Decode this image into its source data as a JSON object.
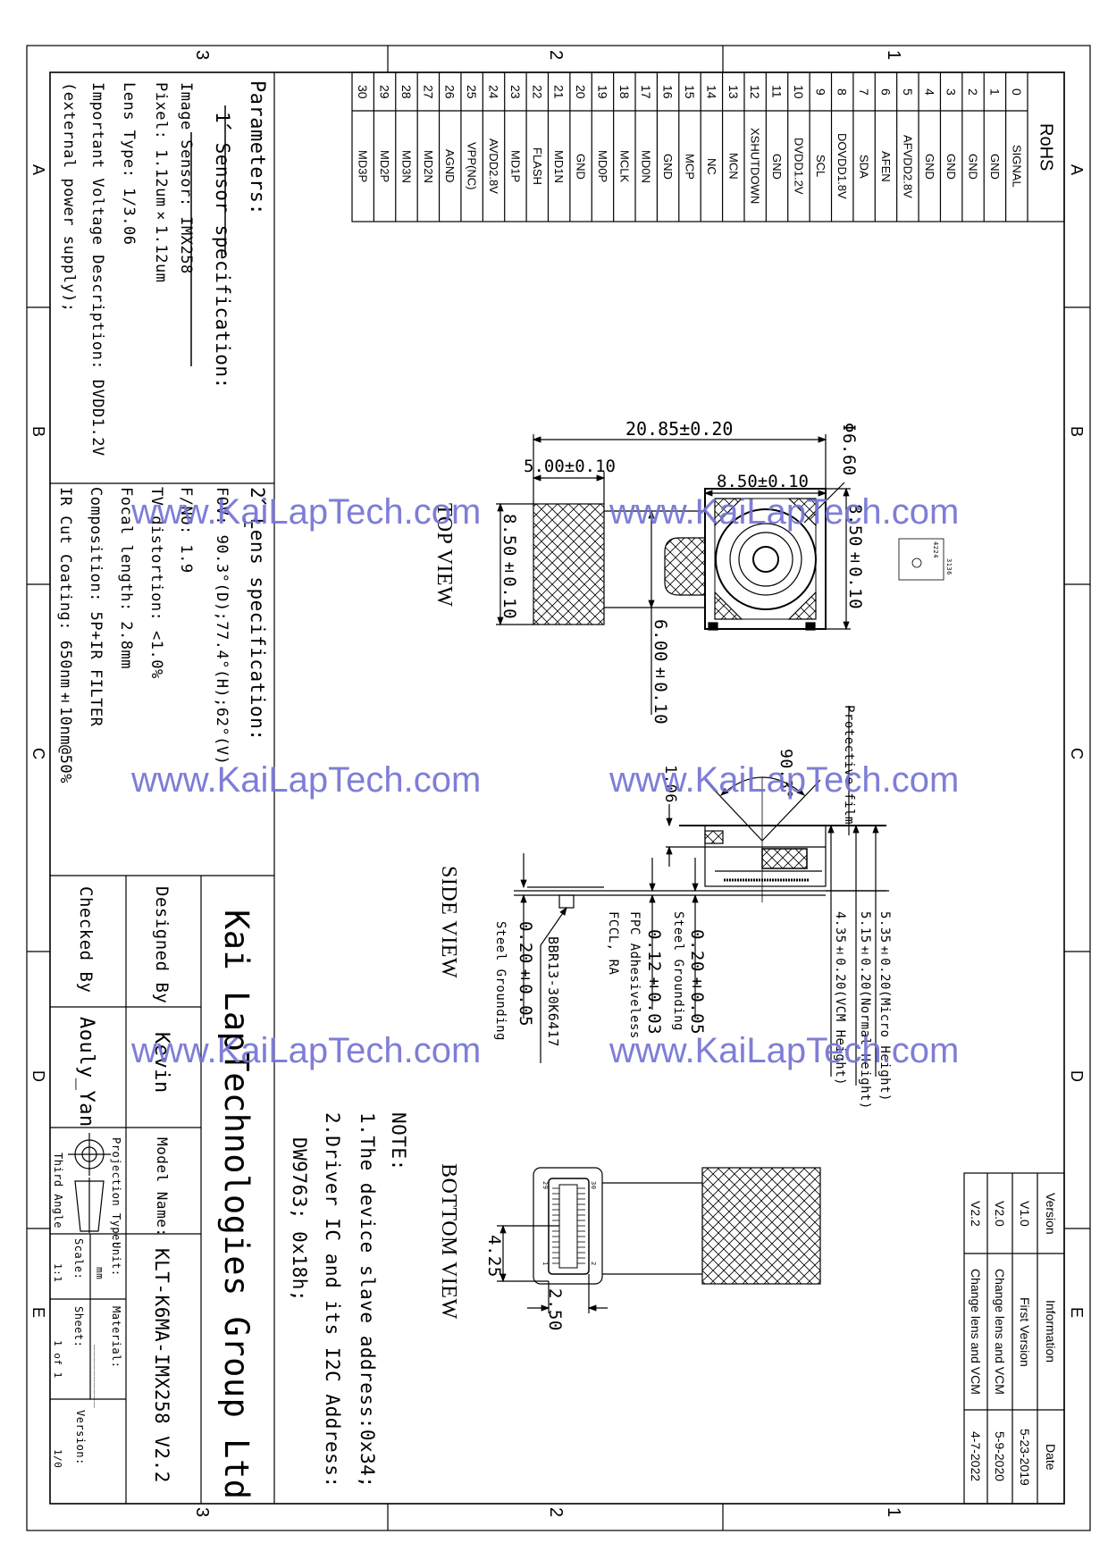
{
  "colors": {
    "line": "#000000",
    "watermark": "#7474d4"
  },
  "zones": {
    "columns": [
      "1",
      "2",
      "3"
    ],
    "rows": [
      "A",
      "B",
      "C",
      "D",
      "E"
    ]
  },
  "pin_table": {
    "rohs": "RoHS",
    "pins": [
      {
        "pin": "0",
        "signal": "SIGNAL"
      },
      {
        "pin": "1",
        "signal": "GND"
      },
      {
        "pin": "2",
        "signal": "GND"
      },
      {
        "pin": "3",
        "signal": "GND"
      },
      {
        "pin": "4",
        "signal": "GND"
      },
      {
        "pin": "5",
        "signal": "AFVDD2.8V"
      },
      {
        "pin": "6",
        "signal": "AFEN"
      },
      {
        "pin": "7",
        "signal": "SDA"
      },
      {
        "pin": "8",
        "signal": "DOVDD1.8V"
      },
      {
        "pin": "9",
        "signal": "SCL"
      },
      {
        "pin": "10",
        "signal": "DVDD1.2V"
      },
      {
        "pin": "11",
        "signal": "GND"
      },
      {
        "pin": "12",
        "signal": "XSHUTDOWN"
      },
      {
        "pin": "13",
        "signal": "MCN"
      },
      {
        "pin": "14",
        "signal": "NC"
      },
      {
        "pin": "15",
        "signal": "MCP"
      },
      {
        "pin": "16",
        "signal": "GND"
      },
      {
        "pin": "17",
        "signal": "MD0N"
      },
      {
        "pin": "18",
        "signal": "MCLK"
      },
      {
        "pin": "19",
        "signal": "MD0P"
      },
      {
        "pin": "20",
        "signal": "GND"
      },
      {
        "pin": "21",
        "signal": "MD1N"
      },
      {
        "pin": "22",
        "signal": "FLASH"
      },
      {
        "pin": "23",
        "signal": "MD1P"
      },
      {
        "pin": "24",
        "signal": "AVDD2.8V"
      },
      {
        "pin": "25",
        "signal": "VPP(NC)"
      },
      {
        "pin": "26",
        "signal": "AGND"
      },
      {
        "pin": "27",
        "signal": "MD2N"
      },
      {
        "pin": "28",
        "signal": "MD3N"
      },
      {
        "pin": "29",
        "signal": "MD2P"
      },
      {
        "pin": "30",
        "signal": "MD3P"
      }
    ]
  },
  "parameters": {
    "title": "Parameters:",
    "sensor": {
      "heading": "1、Sensor specification:",
      "lines": [
        "Image Sensor: IMX258",
        "Pixel: 1.12um×1.12um",
        "Lens Type: 1/3.06",
        "Important Voltage Description: DVDD1.2V",
        "(external power supply);"
      ]
    },
    "lens": {
      "heading": "2、Lens specification:",
      "lines": [
        "FOV: 90.3°(D);77.4°(H);62°(V)",
        "F/NO: 1.9",
        "TV distortion: <1.0%",
        "Focal length: 2.8mm",
        "Composition: 5P+IR FILTER",
        "IR Cut Coating: 650nm±10nm@50%"
      ]
    }
  },
  "title_block": {
    "company": "Kai LapTechnologies Group Ltd",
    "designed_by_label": "Designed By",
    "designed_by": "Kevin",
    "checked_by_label": "Checked By",
    "checked_by": "Aouly_Yan",
    "model_name_label": "Model Name:",
    "model_name": "KLT-K6MA-IMX258 V2.2",
    "projection_label": "Projection Type:",
    "projection": "Third Angle",
    "unit_label": "Unit:",
    "unit": "mm",
    "material_label": "Material:",
    "material": "__________",
    "scale_label": "Scale:",
    "scale": "1:1",
    "sheet_label": "Sheet:",
    "sheet": "1 of 1",
    "version_label": "Version:",
    "version": "1/0"
  },
  "top_view": {
    "title": "TOP VIEW",
    "dims": {
      "overall_length": "20.85±0.20",
      "stiffener_length": "5.00±0.10",
      "module_width": "8.50±0.10",
      "lens_diameter": "Φ6.60",
      "module_height": "8.50±0.10",
      "stiffener_height": "8.50±0.10",
      "fpc_width": "6.00±0.10"
    },
    "label_codes": [
      "4224",
      "3136"
    ]
  },
  "side_view": {
    "title": "SIDE VIEW",
    "fov": "90.3°",
    "lens_protrusion": "1.06",
    "protective_film": "Protective film",
    "heights": [
      "5.35±0.20(Micro Height)",
      "5.15±0.20(Normal Height)",
      "4.35±0.20(VCM Height)"
    ],
    "steel_top": "0.20±0.05",
    "steel_top_label": "Steel Grounding",
    "fpc_thickness": "0.12±0.03",
    "fpc_label": "FPC Adhesiveless",
    "fpc_material": "FCCL, RA",
    "connector": "BBR13-30K6417",
    "steel_bottom": "0.20±0.05",
    "steel_bottom_label": "Steel Grounding"
  },
  "bottom_view": {
    "title": "BOTTOM VIEW",
    "dim_a": "4.25",
    "dim_b": "2.50",
    "pin_marks": [
      "30",
      "29",
      "2",
      "1"
    ]
  },
  "notes": {
    "title": "NOTE:",
    "lines": [
      "1.The device slave address:0x34;",
      "2.Driver IC and its I2C Address:",
      "DW9763; 0x18h;"
    ]
  },
  "revisions": {
    "headers": [
      "Version",
      "Information",
      "Date"
    ],
    "rows": [
      {
        "version": "V1.0",
        "info": "First Version",
        "date": "5-23-2019"
      },
      {
        "version": "V2.0",
        "info": "Change lens and VCM",
        "date": "5-9-2020"
      },
      {
        "version": "V2.2",
        "info": "Change lens and VCM",
        "date": "4-7-2022"
      }
    ]
  },
  "watermark": "www.KaiLapTech.com"
}
